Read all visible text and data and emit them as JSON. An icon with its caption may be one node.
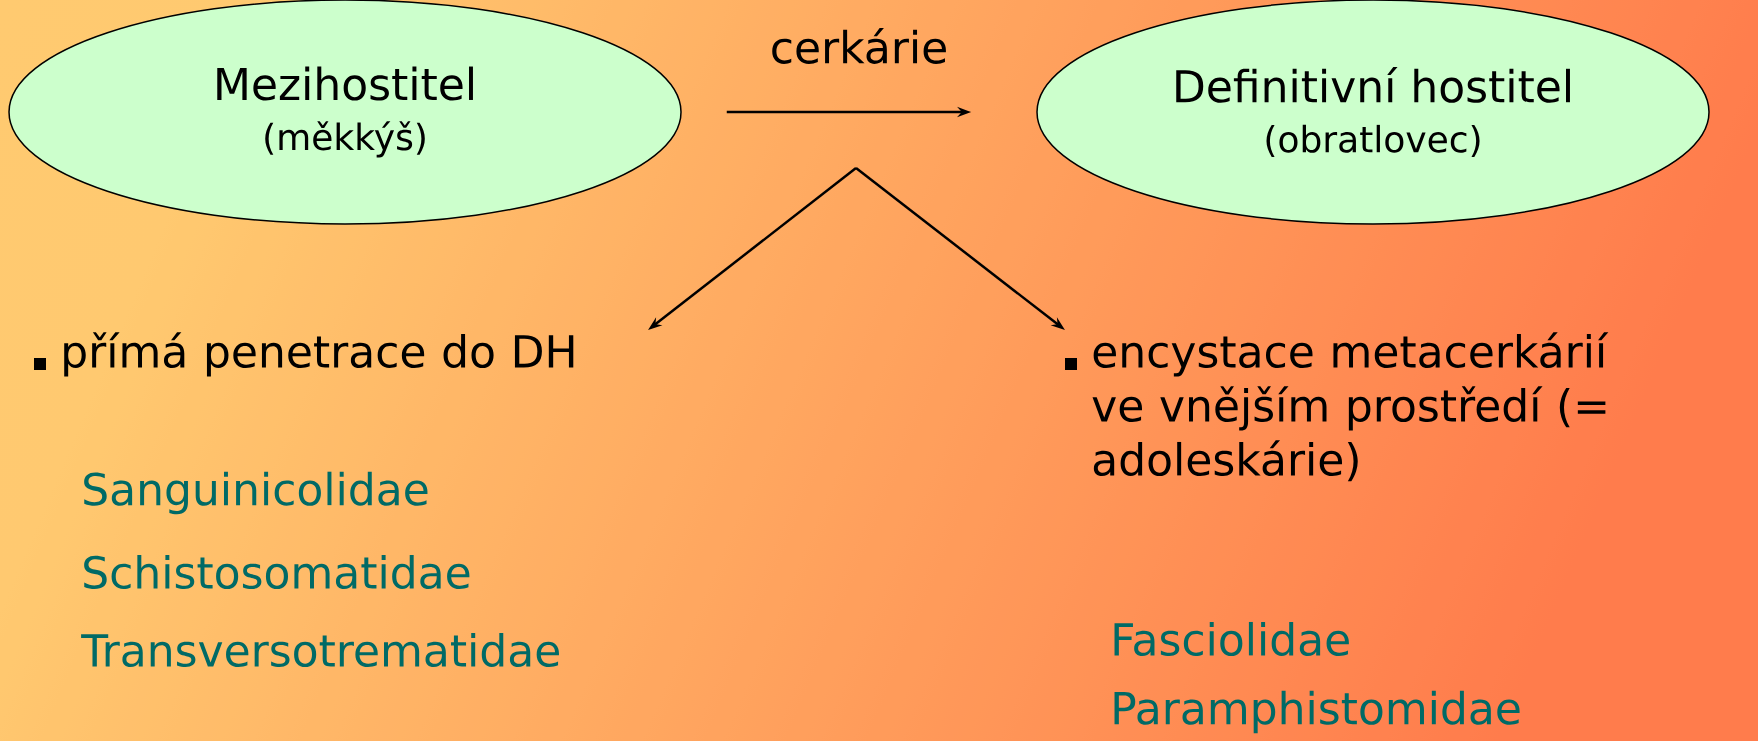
{
  "diagram": {
    "nodes": [
      {
        "text": [
          "Mezihostitel",
          "(měkkýš)"
        ]
      },
      {
        "text": [
          "Definitivní hostitel",
          "(obratlovec)"
        ]
      },
      {
        "text": [
          "přímá penetrace do DH"
        ]
      },
      {
        "text": [
          "encystace metacerkárií ve vnějším prostředí (= adoleskárie)"
        ]
      }
    ],
    "edges": [
      {
        "from": 0,
        "to": 1,
        "arrow": "to",
        "label": "cerkárie"
      },
      {
        "from": null,
        "to": 2,
        "arrow": "to"
      },
      {
        "from": null,
        "to": 3,
        "arrow": "to"
      }
    ],
    "labels": [
      "Sanguinicolidae",
      "Schistosomatidae",
      "Transversotrematidae",
      "Fasciolidae",
      "Paramphistomidae"
    ]
  }
}
